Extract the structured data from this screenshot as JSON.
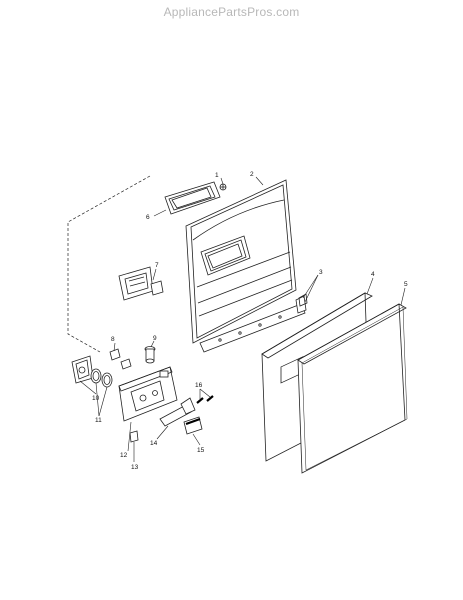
{
  "watermark": "AppliancePartsPros.com",
  "labels": {
    "l1": "1",
    "l2": "2",
    "l3": "3",
    "l4": "4",
    "l5": "5",
    "l6": "6",
    "l7": "7",
    "l8": "8",
    "l9": "9",
    "l10": "10",
    "l11": "11",
    "l12": "12",
    "l13": "13",
    "l14": "14",
    "l15": "15",
    "l16": "16"
  }
}
